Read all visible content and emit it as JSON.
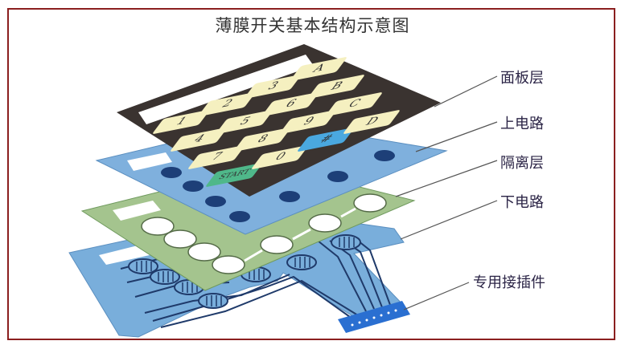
{
  "title": "薄膜开关基本结构示意图",
  "colors": {
    "frame": "#8b1f1f",
    "panel": "#3a3330",
    "key": "#f5f0c0",
    "key_hash": "#4aa8e0",
    "key_start": "#4fb88a",
    "upper_circuit": "#7fb0dd",
    "upper_dots": "#1d3f78",
    "spacer": "#a4c48e",
    "lower_circuit": "#79aedb",
    "traces": "#1f3a6a",
    "connector": "#2a6fd1"
  },
  "keypad": {
    "keys": [
      "1",
      "2",
      "3",
      "A",
      "4",
      "5",
      "6",
      "B",
      "7",
      "8",
      "9",
      "C",
      "START",
      "0",
      "#",
      "D"
    ]
  },
  "labels": [
    {
      "id": "panel",
      "text": "面板层"
    },
    {
      "id": "upper",
      "text": "上电路"
    },
    {
      "id": "spacer",
      "text": "隔离层"
    },
    {
      "id": "lower",
      "text": "下电路"
    },
    {
      "id": "connector",
      "text": "专用接插件"
    }
  ]
}
